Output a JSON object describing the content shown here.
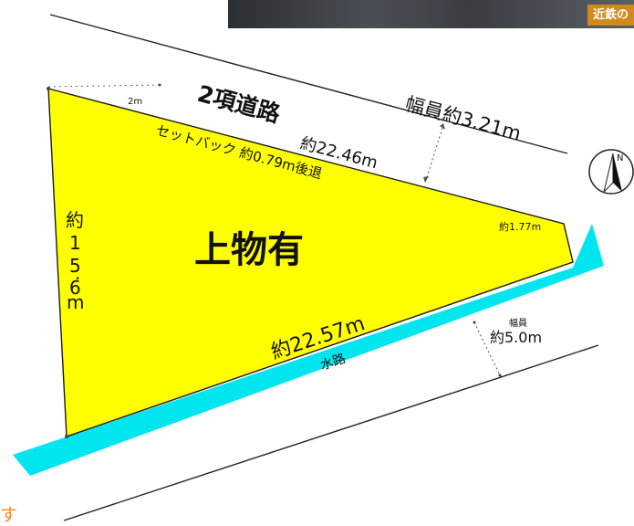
{
  "colors": {
    "lot_fill": "#ffff00",
    "waterway_fill": "#00e5ee",
    "line": "#1a1a1a",
    "accent_orange": "#f08a1c"
  },
  "photo": {
    "badge": "近鉄の"
  },
  "road": {
    "name": "2項道路",
    "width_label": "幅員約3.21m"
  },
  "setback": {
    "note": "セットバック 約0.79m後退",
    "small_dim": "2m"
  },
  "lot": {
    "label": "上物有",
    "north_edge": "約22.46m",
    "south_edge": "約22.57m",
    "west_edge_chars": [
      "約",
      "1",
      "5",
      ".",
      "6",
      "m"
    ],
    "east_edge": "約1.77m"
  },
  "waterway": {
    "name": "水路",
    "width_title": "幅員",
    "width_value": "約5.0m"
  },
  "compass": {
    "icon": "north-arrow-icon",
    "label": "N"
  },
  "corner": {
    "text": "す"
  }
}
